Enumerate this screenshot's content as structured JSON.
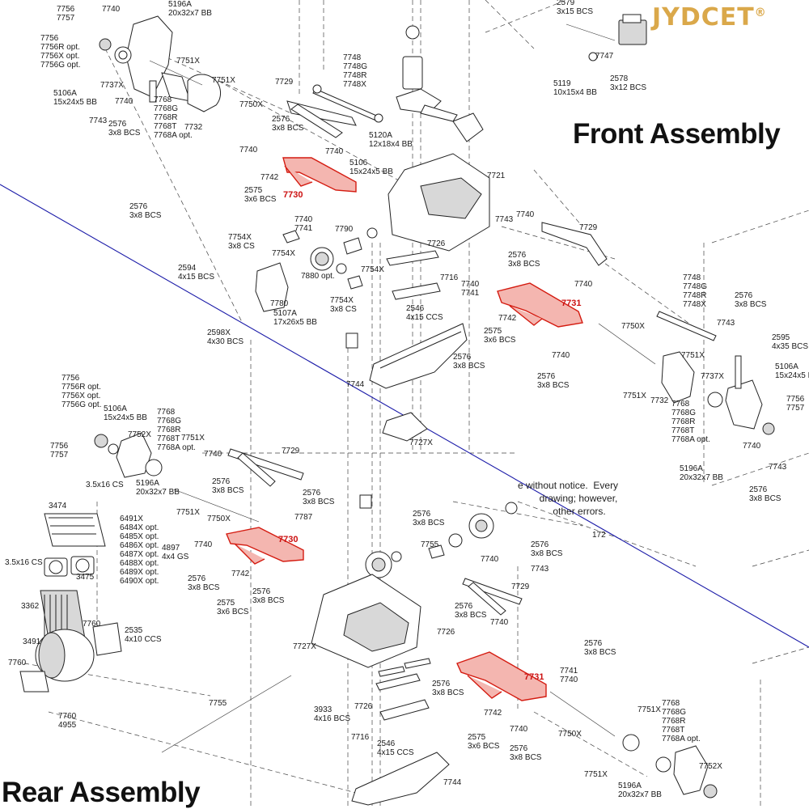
{
  "titles": {
    "front": "Front Assembly",
    "rear": "Rear Assembly"
  },
  "watermark": {
    "text": "JYDCET",
    "mark": "®"
  },
  "disclaimer": "e without notice.  Every\n        drawing; however,\n             other errors.",
  "colors": {
    "highlight": "#d41b10",
    "divider": "#1a1aa8",
    "watermark": "#d9a441"
  },
  "highlighted_parts": [
    {
      "id": "red-7730-front",
      "number": "7730"
    },
    {
      "id": "red-7731-front",
      "number": "7731"
    },
    {
      "id": "red-7730-rear",
      "number": "7730"
    },
    {
      "id": "red-7731-rear",
      "number": "7731"
    }
  ],
  "callouts": [
    {
      "id": "c1",
      "lines": [
        "7756",
        "7757"
      ]
    },
    {
      "id": "c2",
      "lines": [
        "7740"
      ]
    },
    {
      "id": "c3",
      "lines": [
        "5196A",
        "20x32x7 BB"
      ]
    },
    {
      "id": "c4",
      "lines": [
        "7756",
        "7756R opt.",
        "7756X opt.",
        "7756G opt."
      ]
    },
    {
      "id": "c5",
      "lines": [
        "7751X"
      ]
    },
    {
      "id": "c6",
      "lines": [
        "5106A",
        "15x24x5 BB"
      ]
    },
    {
      "id": "c7",
      "lines": [
        "7737X"
      ]
    },
    {
      "id": "c8",
      "lines": [
        "7740"
      ]
    },
    {
      "id": "c9",
      "lines": [
        "7743"
      ]
    },
    {
      "id": "c10",
      "lines": [
        "2576",
        "3x8 BCS"
      ]
    },
    {
      "id": "c11",
      "lines": [
        "7768",
        "7768G",
        "7768R",
        "7768T",
        "7768A opt."
      ]
    },
    {
      "id": "c12",
      "lines": [
        "7732"
      ]
    },
    {
      "id": "c13",
      "lines": [
        "7751X"
      ]
    },
    {
      "id": "c14",
      "lines": [
        "7750X"
      ]
    },
    {
      "id": "c15",
      "lines": [
        "7729"
      ]
    },
    {
      "id": "c16",
      "lines": [
        "2576",
        "3x8 BCS"
      ]
    },
    {
      "id": "c17",
      "lines": [
        "7748",
        "7748G",
        "7748R",
        "7748X"
      ]
    },
    {
      "id": "c18",
      "lines": [
        "5120A",
        "12x18x4 BB"
      ]
    },
    {
      "id": "c19",
      "lines": [
        "2579",
        "3x15 BCS"
      ]
    },
    {
      "id": "c20",
      "lines": [
        "7747"
      ]
    },
    {
      "id": "c21",
      "lines": [
        "5119",
        "10x15x4 BB"
      ]
    },
    {
      "id": "c22",
      "lines": [
        "2578",
        "3x12 BCS"
      ]
    },
    {
      "id": "c23",
      "lines": [
        "7740"
      ]
    },
    {
      "id": "c24",
      "lines": [
        "7740"
      ]
    },
    {
      "id": "c25",
      "lines": [
        "7742"
      ]
    },
    {
      "id": "c26",
      "lines": [
        "2575",
        "3x6 BCS"
      ]
    },
    {
      "id": "c27",
      "lines": [
        "2576",
        "3x8 BCS"
      ]
    },
    {
      "id": "c28",
      "lines": [
        "7740",
        "7741"
      ]
    },
    {
      "id": "c29",
      "lines": [
        "5106",
        "15x24x5 BB"
      ]
    },
    {
      "id": "c30",
      "lines": [
        "7721"
      ]
    },
    {
      "id": "c31",
      "lines": [
        "7790"
      ]
    },
    {
      "id": "c32",
      "lines": [
        "7754X",
        "3x8 CS"
      ]
    },
    {
      "id": "c33",
      "lines": [
        "7754X"
      ]
    },
    {
      "id": "c34",
      "lines": [
        "7726"
      ]
    },
    {
      "id": "c35",
      "lines": [
        "7880 opt."
      ]
    },
    {
      "id": "c36",
      "lines": [
        "7754X"
      ]
    },
    {
      "id": "c37",
      "lines": [
        "2594",
        "4x15 BCS"
      ]
    },
    {
      "id": "c38",
      "lines": [
        "7780"
      ]
    },
    {
      "id": "c39",
      "lines": [
        "5107A",
        "17x26x5 BB"
      ]
    },
    {
      "id": "c40",
      "lines": [
        "7754X",
        "3x8 CS"
      ]
    },
    {
      "id": "c41",
      "lines": [
        "7716"
      ]
    },
    {
      "id": "c42",
      "lines": [
        "2546",
        "4x15 CCS"
      ]
    },
    {
      "id": "c43",
      "lines": [
        "7740",
        "7741"
      ]
    },
    {
      "id": "c44",
      "lines": [
        "2598X",
        "4x30 BCS"
      ]
    },
    {
      "id": "c45",
      "lines": [
        "7744"
      ]
    },
    {
      "id": "c46",
      "lines": [
        "7727X"
      ]
    },
    {
      "id": "c47",
      "lines": [
        "2576",
        "3x8 BCS"
      ]
    },
    {
      "id": "c48",
      "lines": [
        "7743"
      ]
    },
    {
      "id": "c49",
      "lines": [
        "7740"
      ]
    },
    {
      "id": "c50",
      "lines": [
        "7729"
      ]
    },
    {
      "id": "c51",
      "lines": [
        "2576",
        "3x8 BCS"
      ]
    },
    {
      "id": "c52",
      "lines": [
        "7740"
      ]
    },
    {
      "id": "c53",
      "lines": [
        "7742"
      ]
    },
    {
      "id": "c54",
      "lines": [
        "2575",
        "3x6 BCS"
      ]
    },
    {
      "id": "c55",
      "lines": [
        "7740"
      ]
    },
    {
      "id": "c56",
      "lines": [
        "2576",
        "3x8 BCS"
      ]
    },
    {
      "id": "c57",
      "lines": [
        "7750X"
      ]
    },
    {
      "id": "c58",
      "lines": [
        "7748",
        "7748G",
        "7748R",
        "7748X"
      ]
    },
    {
      "id": "c59",
      "lines": [
        "2576",
        "3x8 BCS"
      ]
    },
    {
      "id": "c60",
      "lines": [
        "7743"
      ]
    },
    {
      "id": "c61",
      "lines": [
        "2595",
        "4x35 BCS"
      ]
    },
    {
      "id": "c62",
      "lines": [
        "7751X"
      ]
    },
    {
      "id": "c63",
      "lines": [
        "7737X"
      ]
    },
    {
      "id": "c64",
      "lines": [
        "5106A",
        "15x24x5 BB"
      ]
    },
    {
      "id": "c65",
      "lines": [
        "7756",
        "7757"
      ]
    },
    {
      "id": "c66",
      "lines": [
        "7751X"
      ]
    },
    {
      "id": "c67",
      "lines": [
        "7732"
      ]
    },
    {
      "id": "c68",
      "lines": [
        "7768",
        "7768G",
        "7768R",
        "7768T",
        "7768A opt."
      ]
    },
    {
      "id": "c69",
      "lines": [
        "7740"
      ]
    },
    {
      "id": "c70",
      "lines": [
        "5196A",
        "20x32x7 BB"
      ]
    },
    {
      "id": "c71",
      "lines": [
        "7743"
      ]
    },
    {
      "id": "c72",
      "lines": [
        "2576",
        "3x8 BCS"
      ]
    },
    {
      "id": "c73",
      "lines": [
        "7756",
        "7756R opt.",
        "7756X opt.",
        "7756G opt."
      ]
    },
    {
      "id": "c74",
      "lines": [
        "5106A",
        "15x24x5 BB"
      ]
    },
    {
      "id": "c75",
      "lines": [
        "7752X"
      ]
    },
    {
      "id": "c76",
      "lines": [
        "7768",
        "7768G",
        "7768R",
        "7768T",
        "7768A opt."
      ]
    },
    {
      "id": "c77",
      "lines": [
        "7751X"
      ]
    },
    {
      "id": "c78",
      "lines": [
        "7756",
        "7757"
      ]
    },
    {
      "id": "c79",
      "lines": [
        "7740"
      ]
    },
    {
      "id": "c80",
      "lines": [
        "7729"
      ]
    },
    {
      "id": "c81",
      "lines": [
        "3.5x16 CS"
      ]
    },
    {
      "id": "c82",
      "lines": [
        "5196A",
        "20x32x7 BB"
      ]
    },
    {
      "id": "c83",
      "lines": [
        "2576",
        "3x8 BCS"
      ]
    },
    {
      "id": "c84",
      "lines": [
        "2576",
        "3x8 BCS"
      ]
    },
    {
      "id": "c85",
      "lines": [
        "7751X"
      ]
    },
    {
      "id": "c86",
      "lines": [
        "7750X"
      ]
    },
    {
      "id": "c87",
      "lines": [
        "7787"
      ]
    },
    {
      "id": "c88",
      "lines": [
        "3474"
      ]
    },
    {
      "id": "c89",
      "lines": [
        "6491X",
        "6484X opt.",
        "6485X opt.",
        "6486X opt.",
        "6487X opt.",
        "6488X opt.",
        "6489X opt.",
        "6490X opt."
      ]
    },
    {
      "id": "c90",
      "lines": [
        "2576",
        "3x8 BCS"
      ]
    },
    {
      "id": "c91",
      "lines": [
        "4897",
        "4x4 GS"
      ]
    },
    {
      "id": "c92",
      "lines": [
        "7740"
      ]
    },
    {
      "id": "c93",
      "lines": [
        "3.5x16 CS"
      ]
    },
    {
      "id": "c94",
      "lines": [
        "3475"
      ]
    },
    {
      "id": "c95",
      "lines": [
        "2576",
        "3x8 BCS"
      ]
    },
    {
      "id": "c96",
      "lines": [
        "7742"
      ]
    },
    {
      "id": "c97",
      "lines": [
        "2575",
        "3x6 BCS"
      ]
    },
    {
      "id": "c98",
      "lines": [
        "2576",
        "3x8 BCS"
      ]
    },
    {
      "id": "c99",
      "lines": [
        "7755"
      ]
    },
    {
      "id": "c100",
      "lines": [
        "2576",
        "3x8 BCS"
      ]
    },
    {
      "id": "c101",
      "lines": [
        "7740"
      ]
    },
    {
      "id": "c102",
      "lines": [
        "7743"
      ]
    },
    {
      "id": "c103",
      "lines": [
        "7729"
      ]
    },
    {
      "id": "c104",
      "lines": [
        "3362"
      ]
    },
    {
      "id": "c105",
      "lines": [
        "7760"
      ]
    },
    {
      "id": "c106",
      "lines": [
        "2535",
        "4x10 CCS"
      ]
    },
    {
      "id": "c107",
      "lines": [
        "3491"
      ]
    },
    {
      "id": "c108",
      "lines": [
        "2576",
        "3x8 BCS"
      ]
    },
    {
      "id": "c109",
      "lines": [
        "7740"
      ]
    },
    {
      "id": "c110",
      "lines": [
        "7726"
      ]
    },
    {
      "id": "c111",
      "lines": [
        "2576",
        "3x8 BCS"
      ]
    },
    {
      "id": "c112",
      "lines": [
        "7727X"
      ]
    },
    {
      "id": "c113",
      "lines": [
        "7760"
      ]
    },
    {
      "id": "c114",
      "lines": [
        "7741",
        "7740"
      ]
    },
    {
      "id": "c115",
      "lines": [
        "2576",
        "3x8 BCS"
      ]
    },
    {
      "id": "c116",
      "lines": [
        "7755"
      ]
    },
    {
      "id": "c117",
      "lines": [
        "7760",
        "4955"
      ]
    },
    {
      "id": "c118",
      "lines": [
        "3933",
        "4x16 BCS"
      ]
    },
    {
      "id": "c119",
      "lines": [
        "7726"
      ]
    },
    {
      "id": "c120",
      "lines": [
        "7742"
      ]
    },
    {
      "id": "c121",
      "lines": [
        "7751X"
      ]
    },
    {
      "id": "c122",
      "lines": [
        "7768",
        "7768G",
        "7768R",
        "7768T",
        "7768A opt."
      ]
    },
    {
      "id": "c123",
      "lines": [
        "7716"
      ]
    },
    {
      "id": "c124",
      "lines": [
        "2546",
        "4x15 CCS"
      ]
    },
    {
      "id": "c125",
      "lines": [
        "2575",
        "3x6 BCS"
      ]
    },
    {
      "id": "c126",
      "lines": [
        "7740"
      ]
    },
    {
      "id": "c127",
      "lines": [
        "2576",
        "3x8 BCS"
      ]
    },
    {
      "id": "c128",
      "lines": [
        "7750X"
      ]
    },
    {
      "id": "c129",
      "lines": [
        "7751X"
      ]
    },
    {
      "id": "c130",
      "lines": [
        "5196A",
        "20x32x7 BB"
      ]
    },
    {
      "id": "c131",
      "lines": [
        "7752X"
      ]
    },
    {
      "id": "c132",
      "lines": [
        "7744"
      ]
    },
    {
      "id": "c133",
      "lines": [
        "172"
      ]
    }
  ]
}
